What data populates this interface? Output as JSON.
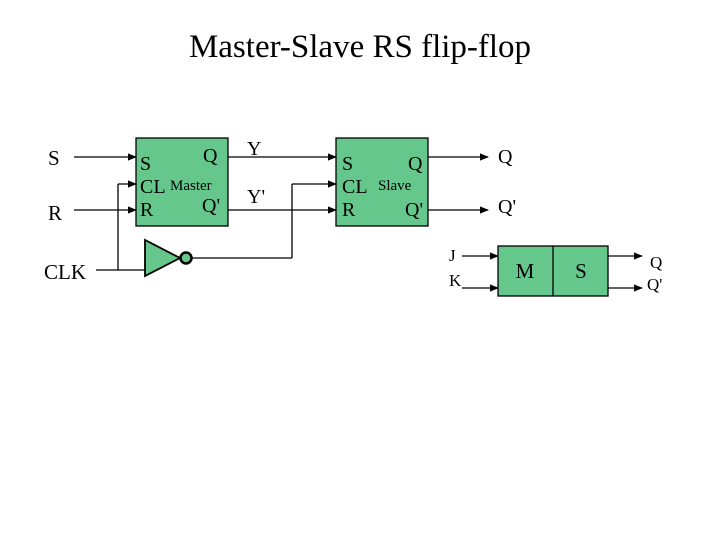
{
  "title": "Master-Slave RS flip-flop",
  "colors": {
    "block_fill": "#66c78c",
    "line": "#000000",
    "background": "#ffffff"
  },
  "inputs": {
    "s": "S",
    "r": "R",
    "clk": "CLK"
  },
  "master": {
    "s": "S",
    "q": "Q",
    "cl": "CL",
    "name": "Master",
    "r": "R",
    "qn": "Q'"
  },
  "intermediate": {
    "y": "Y",
    "yn": "Y'"
  },
  "slave": {
    "s": "S",
    "q": "Q",
    "cl": "CL",
    "name": "Slave",
    "r": "R",
    "qn": "Q'"
  },
  "outputs": {
    "q": "Q",
    "qn": "Q'"
  },
  "ms_block": {
    "j": "J",
    "k": "K",
    "m": "M",
    "s": "S",
    "q": "Q",
    "qn": "Q'"
  }
}
